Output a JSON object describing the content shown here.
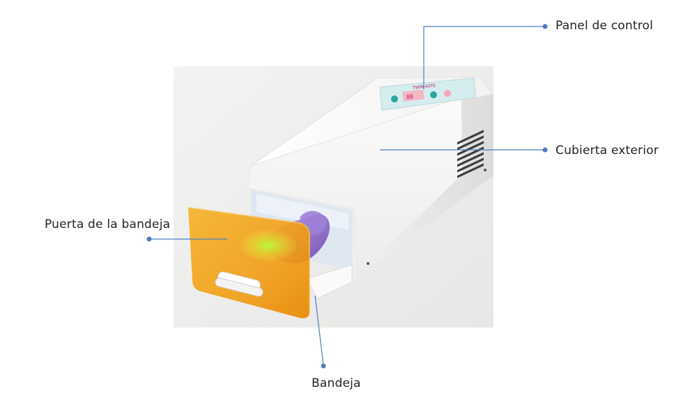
{
  "callouts": {
    "panel_de_control": "Panel de control",
    "cubierta_exterior": "Cubierta exterior",
    "puerta_bandeja": "Puerta de la bandeja",
    "bandeja": "Bandeja"
  },
  "colors": {
    "leader_line": "#4a7fc1",
    "device_body": "#f7f7f5",
    "door_amber": "#f2a21a",
    "control_panel": "#d8eef0",
    "photo_background": "#eeeeec"
  },
  "device": {
    "brand_text": "TWIN-ASTE"
  }
}
